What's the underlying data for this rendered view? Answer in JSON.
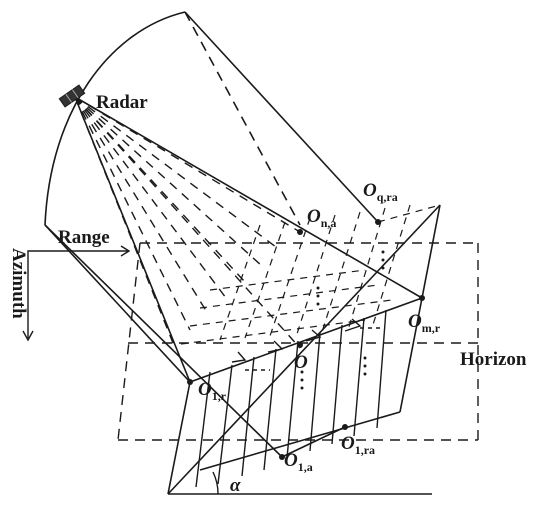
{
  "labels": {
    "radar": "Radar",
    "range": "Range",
    "azimuth": "Azimuth",
    "horizon": "Horizon",
    "alpha": "α"
  },
  "points": {
    "o_center": {
      "main": "O",
      "sub": ""
    },
    "o_qra": {
      "main": "O",
      "sub": "q,ra"
    },
    "o_na": {
      "main": "O",
      "sub": "n,a"
    },
    "o_mr": {
      "main": "O",
      "sub": "m,r"
    },
    "o_1r": {
      "main": "O",
      "sub": "1,r"
    },
    "o_1a": {
      "main": "O",
      "sub": "1,a"
    },
    "o_1ra": {
      "main": "O",
      "sub": "1,ra"
    }
  },
  "colors": {
    "ink": "#1a1a1a",
    "background": "#ffffff"
  }
}
